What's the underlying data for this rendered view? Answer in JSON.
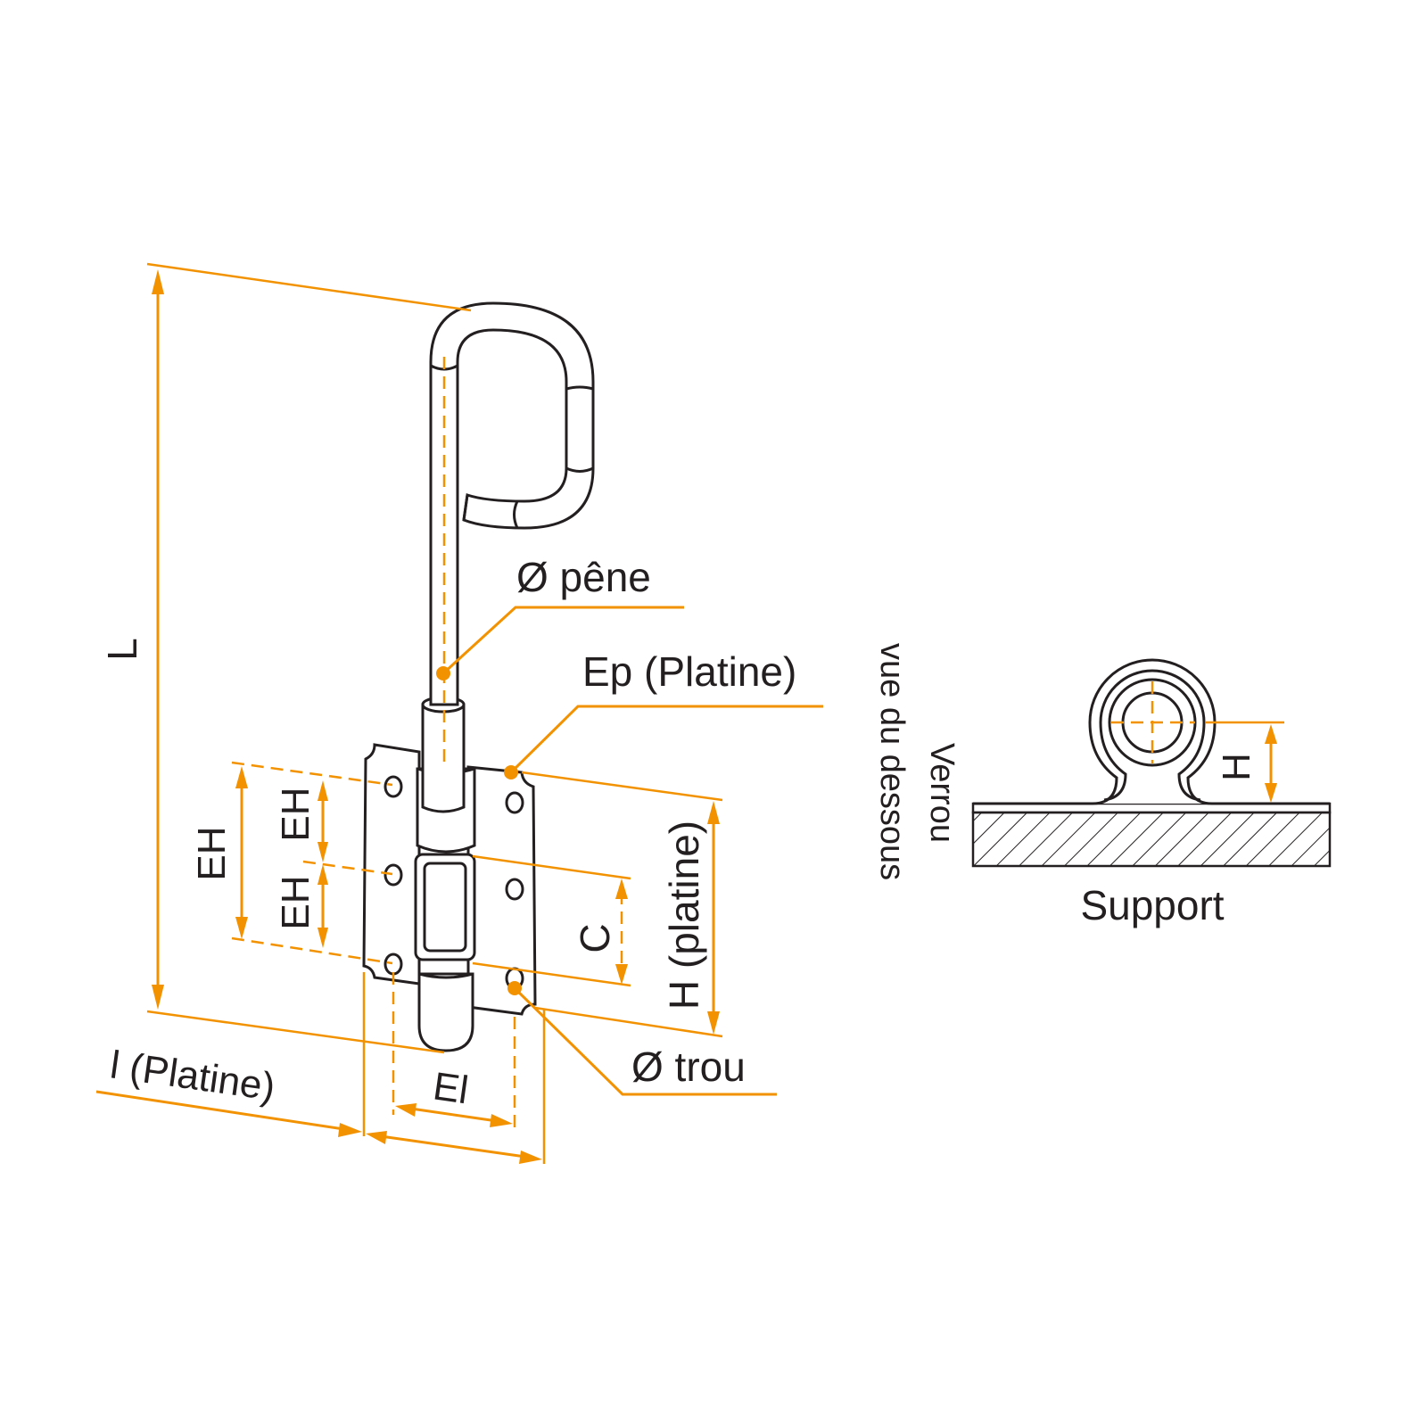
{
  "colors": {
    "dimension": "#f39200",
    "outline": "#231f20",
    "background": "#ffffff"
  },
  "labels": {
    "length": "L",
    "pin_diameter": "Ø pêne",
    "plate_thickness": "Ep (Platine)",
    "view_line1": "Verrou",
    "view_line2": "vue du dessous",
    "hole_spacing_total": "EH",
    "hole_spacing_top": "EH",
    "hole_spacing_bottom": "EH",
    "center": "C",
    "plate_height": "H (platine)",
    "hole_diameter": "Ø trou",
    "plate_width": "l (Platine)",
    "hole_width_spacing": "El",
    "side_height": "H",
    "support": "Support"
  }
}
